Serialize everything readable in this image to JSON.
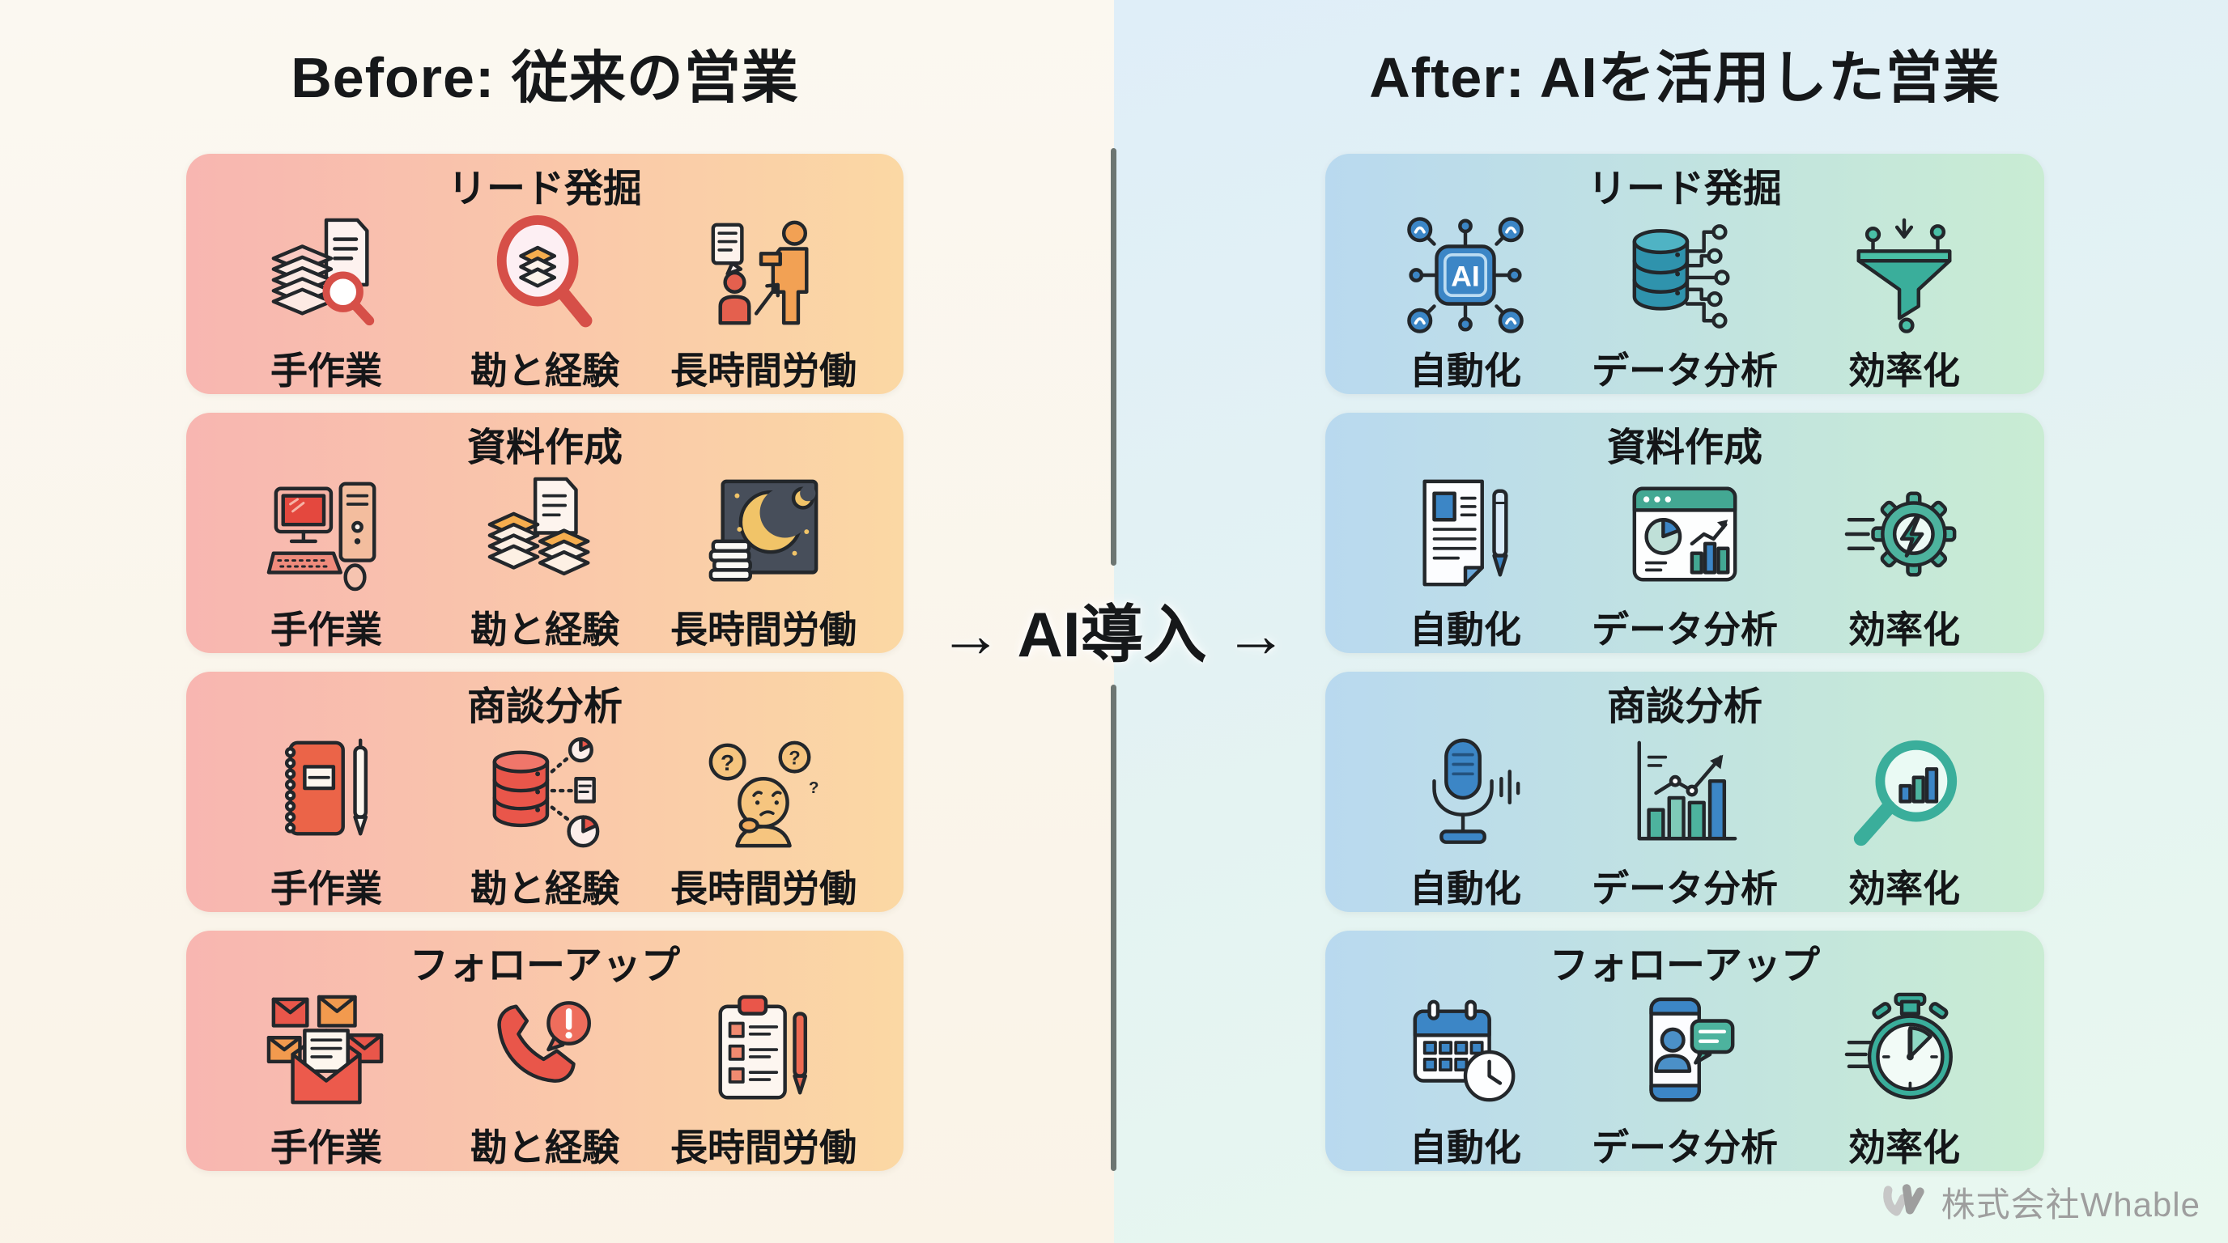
{
  "before": {
    "title": "Before: 従来の営業",
    "cards": [
      {
        "title": "リード発掘",
        "items": [
          {
            "icon": "paper-stack-magnifier-icon",
            "label": "手作業"
          },
          {
            "icon": "magnifier-stack-icon",
            "label": "勘と経験"
          },
          {
            "icon": "overworked-person-icon",
            "label": "長時間労働"
          }
        ]
      },
      {
        "title": "資料作成",
        "items": [
          {
            "icon": "desktop-computer-icon",
            "label": "手作業"
          },
          {
            "icon": "document-stacks-icon",
            "label": "勘と経験"
          },
          {
            "icon": "night-work-icon",
            "label": "長時間労働"
          }
        ]
      },
      {
        "title": "商談分析",
        "items": [
          {
            "icon": "notebook-pen-icon",
            "label": "手作業"
          },
          {
            "icon": "database-scatter-icon",
            "label": "勘と経験"
          },
          {
            "icon": "confused-person-icon",
            "label": "長時間労働"
          }
        ]
      },
      {
        "title": "フォローアップ",
        "items": [
          {
            "icon": "emails-icon",
            "label": "手作業"
          },
          {
            "icon": "phone-alert-icon",
            "label": "勘と経験"
          },
          {
            "icon": "clipboard-pen-icon",
            "label": "長時間労働"
          }
        ]
      }
    ]
  },
  "center": {
    "label": "→ AI導入 →"
  },
  "after": {
    "title": "After: AIを活用した営業",
    "cards": [
      {
        "title": "リード発掘",
        "items": [
          {
            "icon": "ai-chip-icon",
            "label": "自動化"
          },
          {
            "icon": "database-circuit-icon",
            "label": "データ分析"
          },
          {
            "icon": "funnel-icon",
            "label": "効率化"
          }
        ]
      },
      {
        "title": "資料作成",
        "items": [
          {
            "icon": "document-pen-icon",
            "label": "自動化"
          },
          {
            "icon": "dashboard-chart-icon",
            "label": "データ分析"
          },
          {
            "icon": "gear-lightning-icon",
            "label": "効率化"
          }
        ]
      },
      {
        "title": "商談分析",
        "items": [
          {
            "icon": "microphone-icon",
            "label": "自動化"
          },
          {
            "icon": "growth-chart-icon",
            "label": "データ分析"
          },
          {
            "icon": "magnifier-chart-icon",
            "label": "効率化"
          }
        ]
      },
      {
        "title": "フォローアップ",
        "items": [
          {
            "icon": "calendar-clock-icon",
            "label": "自動化"
          },
          {
            "icon": "phone-chat-icon",
            "label": "データ分析"
          },
          {
            "icon": "stopwatch-icon",
            "label": "効率化"
          }
        ]
      }
    ]
  },
  "footer": {
    "company": "株式会社Whable",
    "logo": "whable-logo"
  },
  "palette": {
    "before_card_gradient": [
      "#f8b6b1",
      "#fbd8a4"
    ],
    "after_card_gradient": [
      "#b9d9ef",
      "#c9ecd3"
    ],
    "background_left": "#faf5ec",
    "background_right": "#e2f1f6",
    "divider": "#6d7672",
    "text": "#16181a",
    "footer_text": "#9e9e9e"
  }
}
